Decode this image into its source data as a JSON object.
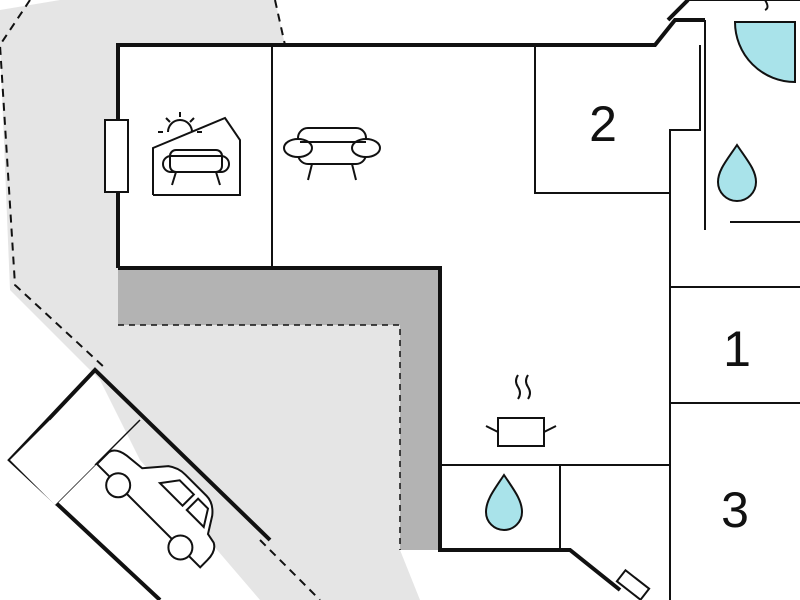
{
  "rooms": {
    "bedroom_2": {
      "number": "2"
    },
    "bedroom_1": {
      "number": "1"
    },
    "bedroom_3": {
      "number": "3"
    }
  },
  "icons": {
    "sunroom": "sun-sofa-icon",
    "living": "armchair-icon",
    "kitchen": "cooking-pot-icon",
    "bathroom": "water-drop-icon",
    "utility": "water-drop-icon",
    "shower": "shower-icon",
    "parking": "car-icon"
  },
  "colors": {
    "wall": "#111111",
    "terrace": "#e5e5e5",
    "covered_terrace": "#b3b3b3",
    "water": "#a9e3ea"
  }
}
